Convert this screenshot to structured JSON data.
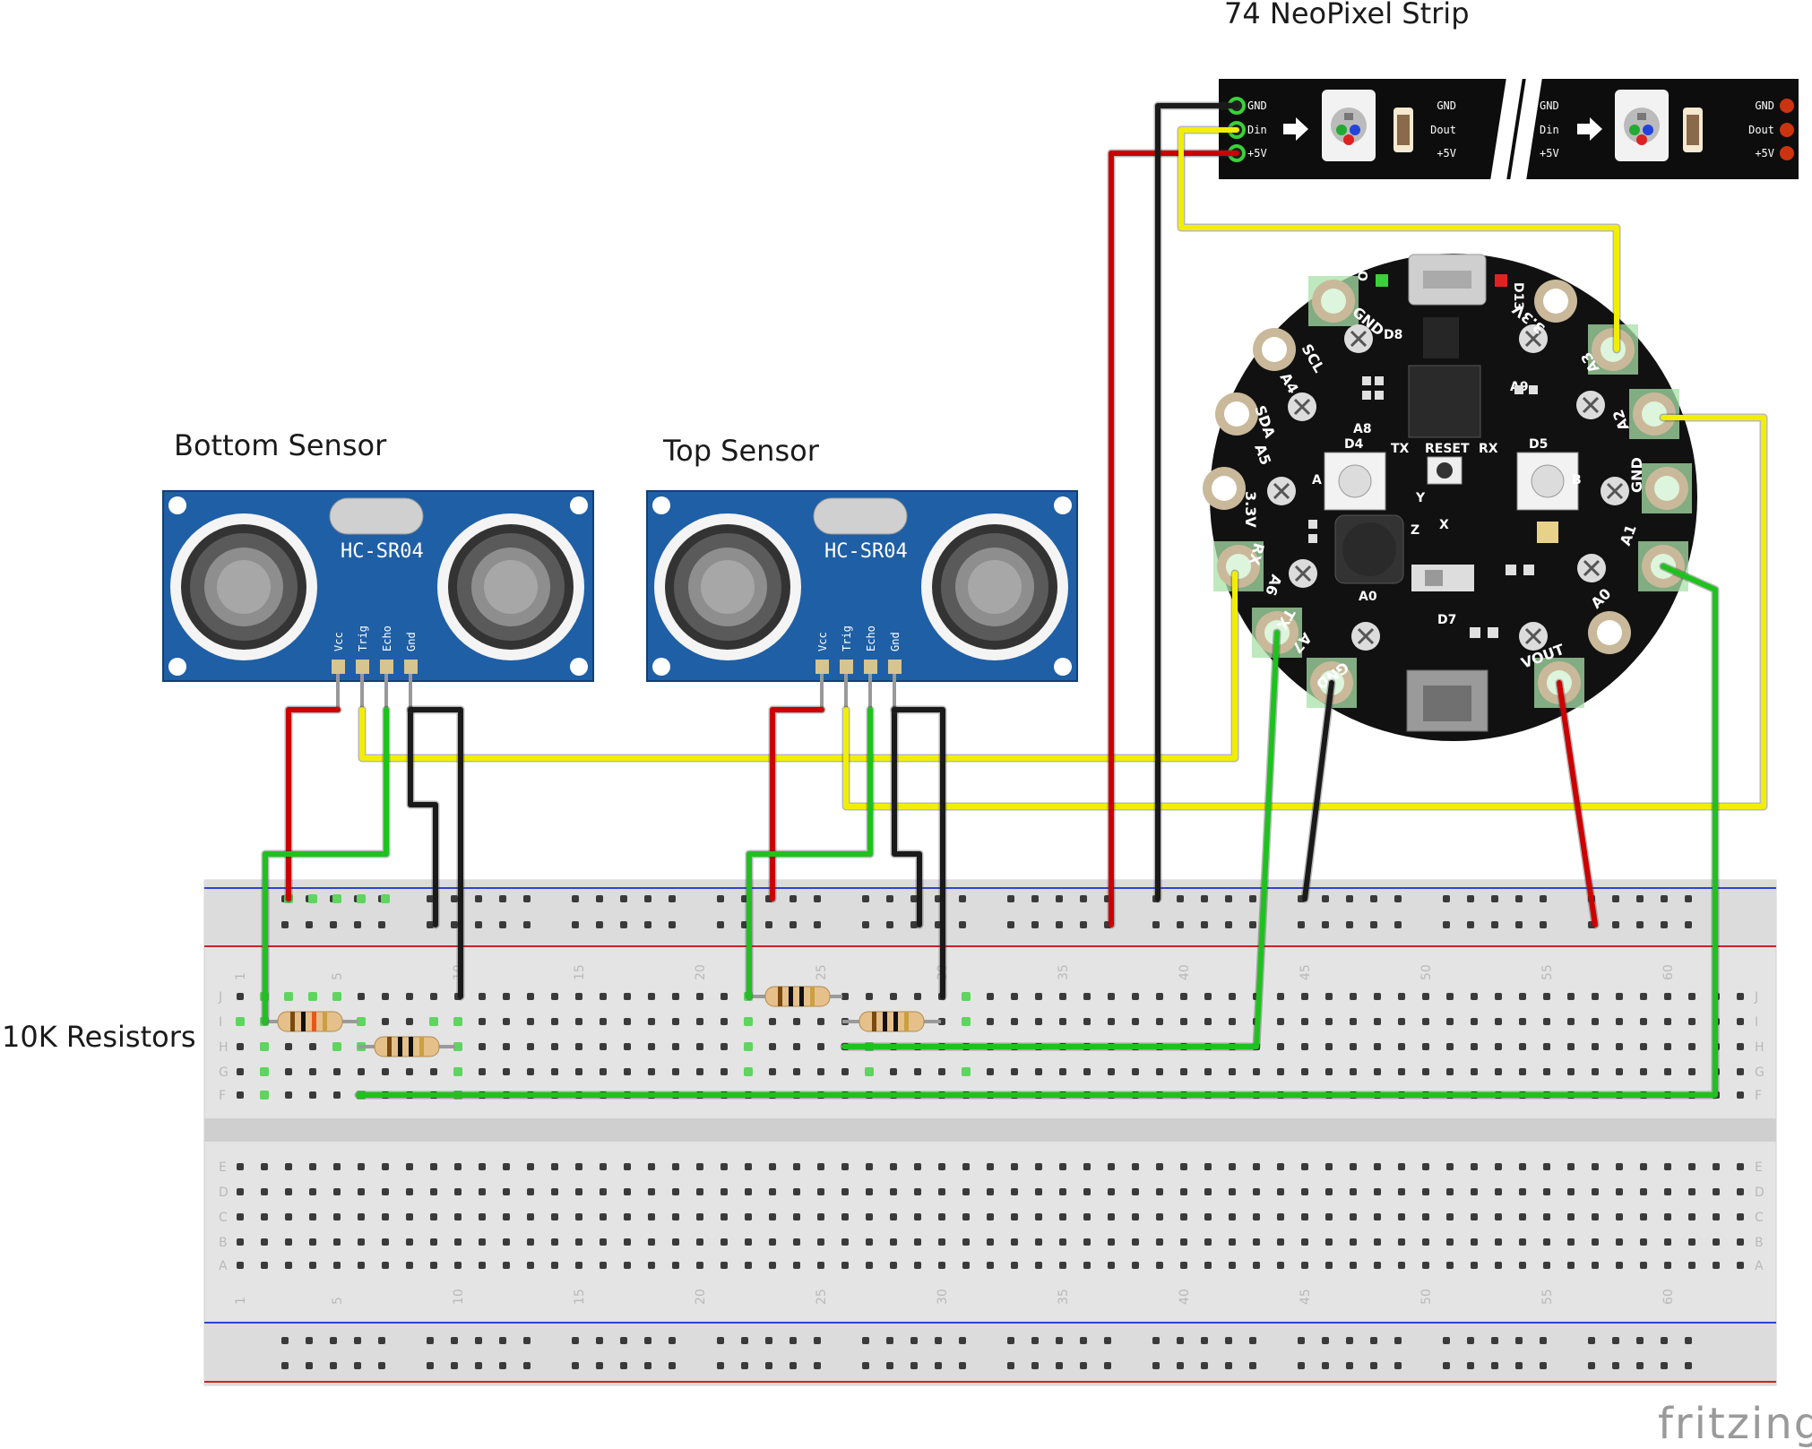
{
  "labels": {
    "bottom_sensor": "Bottom Sensor",
    "top_sensor": "Top Sensor",
    "neopixel_strip": "74 NeoPixel Strip",
    "resistors": "10K Resistors",
    "watermark": "fritzing"
  },
  "sensor": {
    "model": "HC-SR04",
    "pins": [
      "Vcc",
      "Trig",
      "Echo",
      "Gnd"
    ]
  },
  "strip": {
    "in_pins": [
      "GND",
      "Din",
      "+5V"
    ],
    "out_pins": [
      "GND",
      "Dout",
      "+5V"
    ]
  },
  "board": {
    "pads": [
      "GND",
      "SCL",
      "A4",
      "SDA",
      "A5",
      "3.3V",
      "RX",
      "A6",
      "TX",
      "A7",
      "GND",
      "VOUT",
      "A0",
      "A1",
      "GND",
      "A2",
      "A3",
      "3.3V",
      "GND"
    ],
    "silk": [
      "On",
      "D13",
      "D8",
      "A8",
      "A9",
      "D4",
      "D5",
      "TX",
      "RESET",
      "RX",
      "A",
      "B",
      "A0",
      "D7",
      "Y",
      "X",
      "Z"
    ]
  },
  "breadboard": {
    "row_letters_top": [
      "J",
      "I",
      "H",
      "G",
      "F"
    ],
    "row_letters_bottom": [
      "E",
      "D",
      "C",
      "B",
      "A"
    ],
    "column_numbers": [
      "1",
      "5",
      "10",
      "15",
      "20",
      "25",
      "30",
      "35",
      "40",
      "45",
      "50",
      "55",
      "60"
    ]
  },
  "colors": {
    "wire_red": "#cc0000",
    "wire_black": "#1a1a1a",
    "wire_yellow": "#f2ee00",
    "wire_green": "#1ec21e",
    "sensor_pcb": "#1f5fa6",
    "board_black": "#111111",
    "pad_green": "#a8e0a8"
  }
}
